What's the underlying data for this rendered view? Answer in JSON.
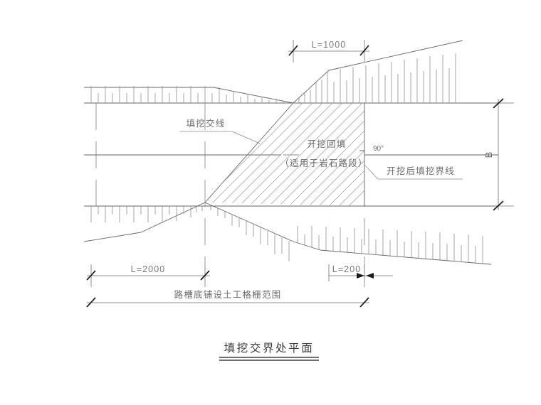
{
  "drawing": {
    "title": "填挖交界处平面",
    "title_translation_hint": "plan-at-fill-cut-boundary",
    "background_color": "#ffffff",
    "line_color": "#6b6b6b",
    "text_color": "#6b6b6b",
    "title_color": "#3a3a3a"
  },
  "dimensions": {
    "top": {
      "label": "L=1000",
      "name": "transition-length-top"
    },
    "bottom_left": {
      "label": "L=2000",
      "name": "geogrid-length-left"
    },
    "bottom_right": {
      "label": "L=200",
      "name": "geogrid-length-right"
    },
    "bottom_overall": {
      "label": "路槽底铺设土工格栅范围",
      "name": "geogrid-extent"
    },
    "right_width": {
      "label": "B",
      "name": "roadbed-width"
    }
  },
  "annotations": {
    "fill_cut_line": {
      "label": "填挖交线",
      "name": "fill-cut-intersection-line"
    },
    "excavation_backfill": {
      "label": "开挖回填",
      "name": "excavation-backfill-zone"
    },
    "excavation_note": {
      "label": "（适用于岩石路段）",
      "name": "applies-to-rock-section-note"
    },
    "boundary_after_excavation": {
      "label": "开挖后填挖界线",
      "name": "post-excavation-boundary-line"
    },
    "angle": {
      "label": "90°",
      "name": "right-angle-marker"
    }
  }
}
